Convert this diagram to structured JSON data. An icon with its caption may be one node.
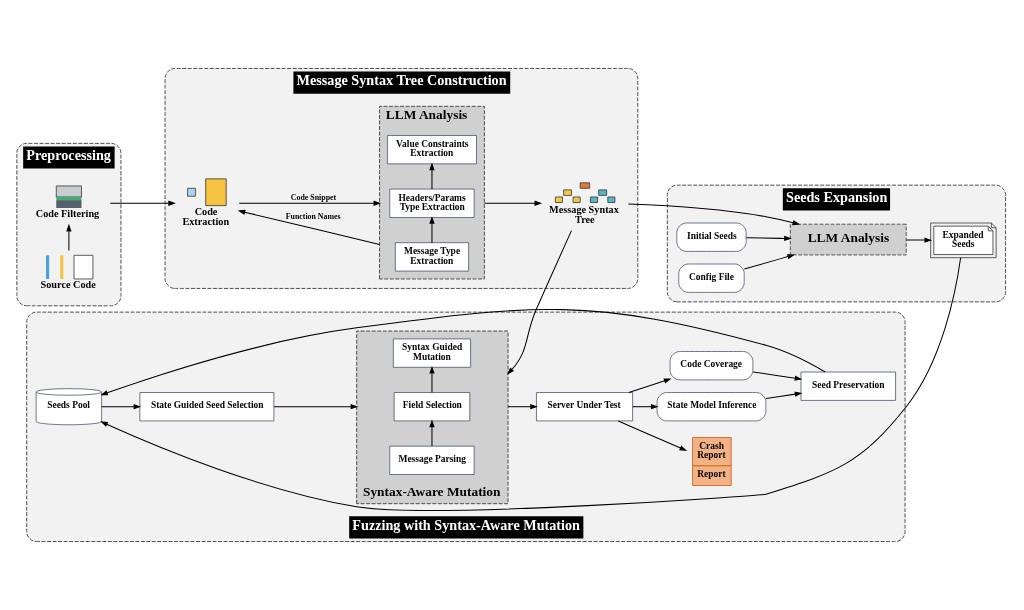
{
  "diagram": {
    "nodes": [
      {
        "text": [
          "Preprocessing"
        ]
      },
      {
        "text": [
          "Source Code"
        ],
        "in": 0
      },
      {
        "text": [
          "Code Filtering"
        ],
        "in": 0
      },
      {
        "text": [
          "Message Syntax Tree Construction"
        ]
      },
      {
        "text": [
          "Code Extraction"
        ],
        "in": 3
      },
      {
        "text": [
          "LLM Analysis"
        ],
        "in": 3
      },
      {
        "text": [
          "Message Type Extraction"
        ],
        "in": 5
      },
      {
        "text": [
          "Headers/Params Type Extraction"
        ],
        "in": 5
      },
      {
        "text": [
          "Value Constraints Extraction"
        ],
        "in": 5
      },
      {
        "text": [
          "Message Syntax Tree"
        ],
        "in": 3
      },
      {
        "text": [
          "Seeds Expansion"
        ]
      },
      {
        "text": [
          "Initial Seeds"
        ],
        "in": 10
      },
      {
        "text": [
          "Config File"
        ],
        "in": 10
      },
      {
        "text": [
          "LLM Analysis"
        ],
        "in": 10
      },
      {
        "text": [
          "Expanded Seeds"
        ],
        "in": 10
      },
      {
        "text": [
          "Fuzzing with Syntax-Aware Mutation"
        ]
      },
      {
        "text": [
          "Syntax-Aware Mutation"
        ],
        "in": 15
      },
      {
        "text": [
          "Syntax Guided Mutation"
        ],
        "in": 16
      },
      {
        "text": [
          "Field Selection"
        ],
        "in": 16
      },
      {
        "text": [
          "Message Parsing"
        ],
        "in": 16
      },
      {
        "text": [
          "Crash Report",
          "Report"
        ],
        "in": 15
      },
      {
        "text": [
          "State Guided Seed Selection"
        ],
        "in": 15
      },
      {
        "text": [
          "Seeds Pool"
        ],
        "in": 15
      },
      {
        "text": [
          "Server Under Test"
        ],
        "in": 15
      },
      {
        "text": [
          "State Model Inference"
        ],
        "in": 15
      },
      {
        "text": [
          "Code Coverage"
        ],
        "in": 15
      },
      {
        "text": [
          "Seed Preservation"
        ],
        "in": 15
      }
    ],
    "edges": [
      {
        "from": 1,
        "to": 2,
        "arrow": "to"
      },
      {
        "from": 2,
        "to": 4,
        "arrow": "to"
      },
      {
        "from": 5,
        "to": 4,
        "arrow": "to",
        "label": "Function Names"
      },
      {
        "from": 4,
        "to": 5,
        "arrow": "to",
        "label": "Code Snippet"
      },
      {
        "from": 6,
        "to": 7,
        "arrow": "to"
      },
      {
        "from": 7,
        "to": 8,
        "arrow": "to"
      },
      {
        "from": 5,
        "to": 9,
        "arrow": "to"
      },
      {
        "from": 9,
        "to": 13,
        "arrow": "to"
      },
      {
        "from": 11,
        "to": 13,
        "arrow": "to"
      },
      {
        "from": 12,
        "to": 13,
        "arrow": "to"
      },
      {
        "from": 13,
        "to": 14,
        "arrow": "to"
      },
      {
        "from": 9,
        "to": 16,
        "arrow": "to"
      },
      {
        "from": 14,
        "to": 22,
        "arrow": "to"
      },
      {
        "from": 22,
        "to": 21,
        "arrow": "to"
      },
      {
        "from": 21,
        "to": 16,
        "arrow": "to"
      },
      {
        "from": 19,
        "to": 18,
        "arrow": "to"
      },
      {
        "from": 18,
        "to": 17,
        "arrow": "to"
      },
      {
        "from": 16,
        "to": 23,
        "arrow": "to"
      },
      {
        "from": 23,
        "to": 20,
        "arrow": "to"
      },
      {
        "from": 23,
        "to": 24,
        "arrow": "to"
      },
      {
        "from": 23,
        "to": 25,
        "arrow": "to"
      },
      {
        "from": 24,
        "to": 26,
        "arrow": "to"
      },
      {
        "from": 25,
        "to": 26,
        "arrow": "to"
      },
      {
        "from": 26,
        "to": 22,
        "arrow": "to"
      }
    ]
  }
}
